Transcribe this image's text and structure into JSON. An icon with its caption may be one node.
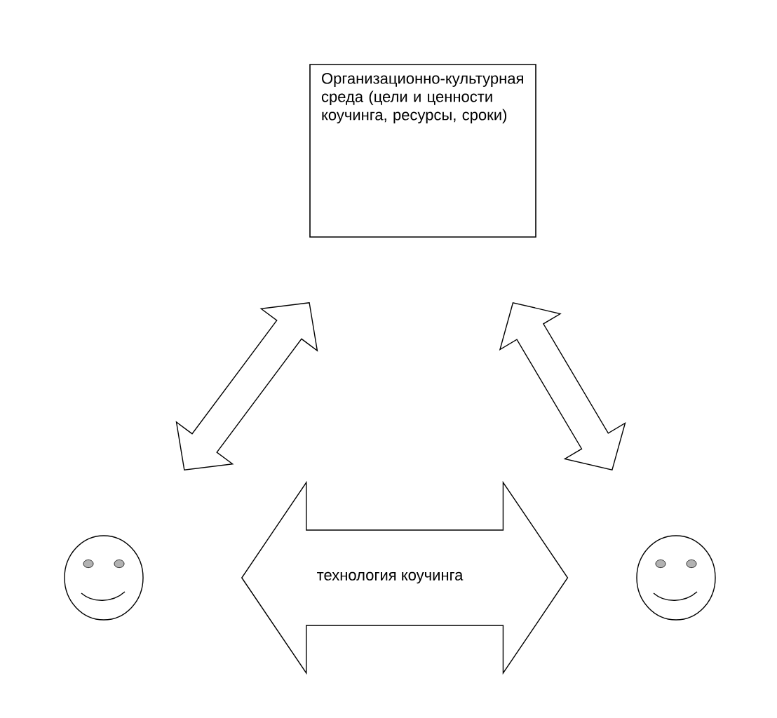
{
  "diagram": {
    "nodes": [
      {
        "text": [
          "Организационно-культурная среда (цели и ценности коучинга, ресурсы, сроки)"
        ]
      },
      {
        "text": [],
        "shape": "person"
      },
      {
        "text": [],
        "shape": "person"
      }
    ],
    "edges": [
      {
        "from": 0,
        "to": 1,
        "arrow": "both"
      },
      {
        "from": 0,
        "to": 2,
        "arrow": "both"
      },
      {
        "from": 1,
        "to": 2,
        "arrow": "both",
        "label": "технология коучинга"
      }
    ]
  }
}
